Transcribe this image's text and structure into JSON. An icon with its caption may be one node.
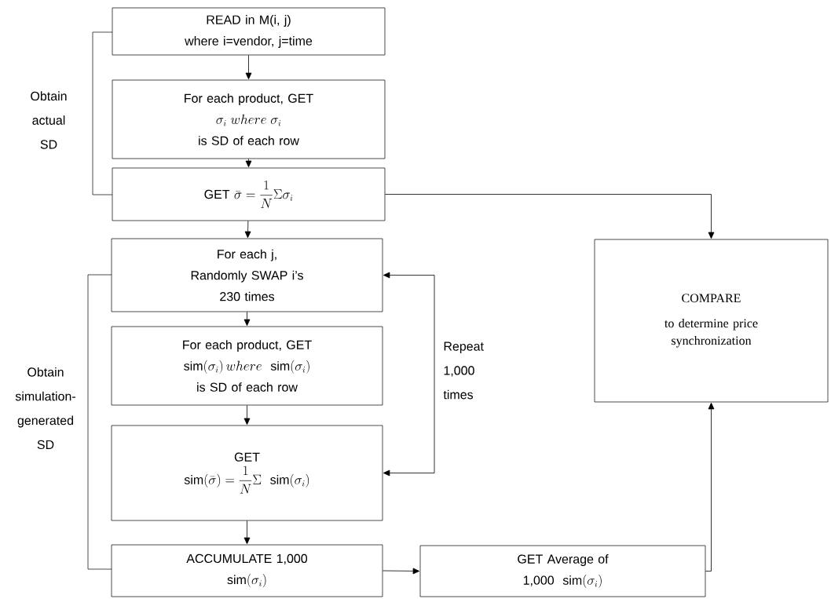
{
  "diagram": {
    "nodes": [
      {
        "text": [
          "READ in M(i, j)",
          "where i=vendor, j=time"
        ]
      },
      {
        "text": [
          "For each product, GET",
          "\\sigma_i \\; where \\; \\sigma_i",
          "is SD of each row"
        ]
      },
      {
        "text": [
          "\\mathrm{GET}\\ \\bar{\\sigma} = \\dfrac{1}{N}\\Sigma\\sigma_i"
        ]
      },
      {
        "text": [
          "For each j,",
          "Randomly SWAP i’s",
          "230 times"
        ]
      },
      {
        "text": [
          "For each product, GET",
          "\\text{sim}(\\sigma_i)\\, where\\ \\ \\text{sim}(\\sigma_i)",
          "is SD of each row"
        ]
      },
      {
        "text": [
          "GET",
          "\\text{sim}(\\bar{\\sigma}) = \\dfrac{1}{N}\\Sigma\\ \\ \\text{sim}(\\sigma_i)"
        ]
      },
      {
        "text": [
          "ACCUMULATE 1,000",
          "\\text{sim}(\\sigma_i)"
        ]
      },
      {
        "text": [
          "GET Average of",
          "\\text{1,000}\\ \\ \\text{sim}(\\sigma_i)"
        ]
      },
      {
        "text": [
          "COMPARE",
          "to determine price synchronization"
        ]
      }
    ],
    "edges": [
      {
        "from": 0,
        "to": 1,
        "arrow": "to"
      },
      {
        "from": 1,
        "to": 2,
        "arrow": "to"
      },
      {
        "from": 2,
        "to": 3,
        "arrow": "to"
      },
      {
        "from": 3,
        "to": 4,
        "arrow": "to"
      },
      {
        "from": 4,
        "to": 5,
        "arrow": "to"
      },
      {
        "from": 5,
        "to": 6,
        "arrow": "to"
      },
      {
        "from": 6,
        "to": 7,
        "arrow": "to"
      },
      {
        "from": 7,
        "to": 8,
        "arrow": "to"
      },
      {
        "from": 2,
        "to": 8,
        "arrow": "to"
      },
      {
        "from": 5,
        "to": 3,
        "arrow": "both",
        "label": "Repeat 1,000 times"
      }
    ],
    "labels": [
      "Obtain actual SD",
      "Obtain simulation-generated SD"
    ]
  }
}
